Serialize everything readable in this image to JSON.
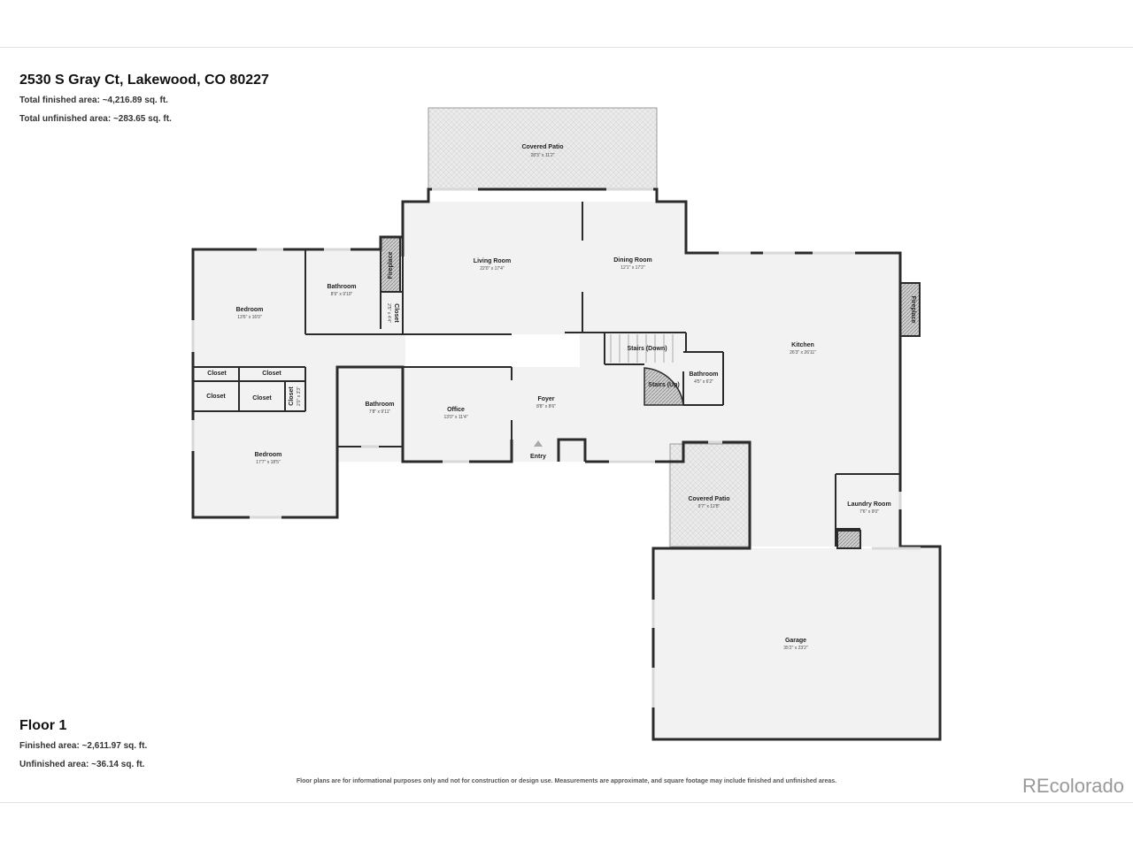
{
  "header": {
    "address": "2530 S Gray Ct, Lakewood, CO 80227",
    "total_finished": "Total finished area: ~4,216.89 sq. ft.",
    "total_unfinished": "Total unfinished area: ~283.65 sq. ft."
  },
  "floor": {
    "title": "Floor 1",
    "finished": "Finished area: ~2,611.97 sq. ft.",
    "unfinished": "Unfinished area: ~36.14 sq. ft."
  },
  "rooms": {
    "covered_patio_top": {
      "name": "Covered Patio",
      "dim": "28'3\" x 11'2\""
    },
    "living_room": {
      "name": "Living Room",
      "dim": "22'0\" x 17'4\""
    },
    "dining_room": {
      "name": "Dining Room",
      "dim": "12'1\" x 17'2\""
    },
    "kitchen": {
      "name": "Kitchen",
      "dim": "26'3\" x 26'11\""
    },
    "bedroom_1": {
      "name": "Bedroom",
      "dim": "13'6\" x 16'0\""
    },
    "bathroom_1": {
      "name": "Bathroom",
      "dim": "8'9\" x 9'10\""
    },
    "fireplace_living": {
      "name": "Fireplace"
    },
    "closet_small": {
      "name": "Closet",
      "dim": "2'5\" x 4'4\""
    },
    "closet_a": {
      "name": "Closet"
    },
    "closet_b": {
      "name": "Closet"
    },
    "closet_c": {
      "name": "Closet"
    },
    "closet_d": {
      "name": "Closet"
    },
    "closet_e": {
      "name": "Closet",
      "dim": "2'0\" x 3'3\""
    },
    "bedroom_2": {
      "name": "Bedroom",
      "dim": "17'7\" x 18'5\""
    },
    "bathroom_2": {
      "name": "Bathroom",
      "dim": "7'8\" x 9'11\""
    },
    "office": {
      "name": "Office",
      "dim": "13'0\" x 11'4\""
    },
    "foyer": {
      "name": "Foyer",
      "dim": "8'8\" x 8'6\""
    },
    "entry": {
      "name": "Entry"
    },
    "stairs_down": {
      "name": "Stairs (Down)"
    },
    "stairs_up": {
      "name": "Stairs (Up)"
    },
    "bathroom_3": {
      "name": "Bathroom",
      "dim": "4'5\" x 6'2\""
    },
    "fireplace_kitchen": {
      "name": "Fireplace"
    },
    "covered_patio_small": {
      "name": "Covered Patio",
      "dim": "9'7\" x 12'8\""
    },
    "laundry_room": {
      "name": "Laundry Room",
      "dim": "7'6\" x 9'0\""
    },
    "garage": {
      "name": "Garage",
      "dim": "35'2\" x 23'2\""
    }
  },
  "footer": {
    "disclaimer": "Floor plans are for informational purposes only and not for construction or design use. Measurements are approximate, and square footage may include finished and unfinished areas.",
    "brand": "REcolorado"
  },
  "colors": {
    "floor": "#f2f2f2",
    "wall": "#2b2b2b",
    "patio": "#e6e6e6"
  }
}
